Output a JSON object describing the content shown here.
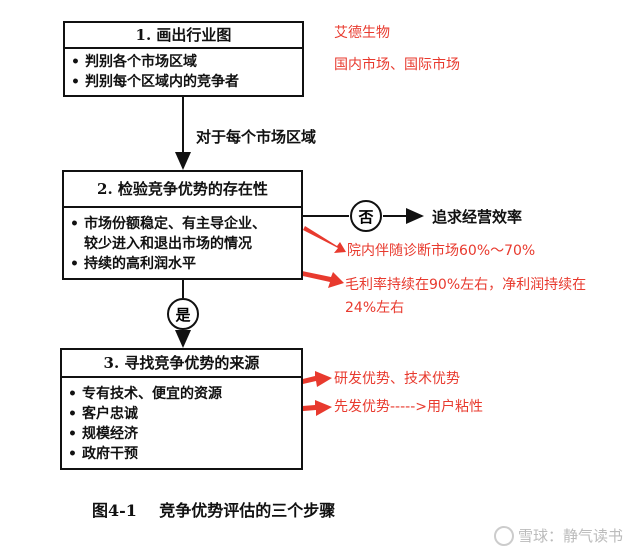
{
  "step1": {
    "title": "1. 画出行业图",
    "items": [
      "判别各个市场区域",
      "判别每个区域内的竞争者"
    ]
  },
  "arrow_label": "对于每个市场区域",
  "step2": {
    "title": "2. 检验竞争优势的存在性",
    "items": [
      "市场份额稳定、有主导企业、",
      "较少进入和退出市场的情况",
      "持续的高利润水平"
    ]
  },
  "no_circle": "否",
  "no_outcome": "追求经营效率",
  "yes_circle": "是",
  "step3": {
    "title": "3. 寻找竞争优势的来源",
    "items": [
      "专有技术、便宜的资源",
      "客户忠诚",
      "规模经济",
      "政府干预"
    ]
  },
  "caption": "图4-1    竞争优势评估的三个步骤",
  "annotations": {
    "company": "艾德生物",
    "markets": "国内市场、国际市场",
    "share": "院内伴随诊断市场60%～70%",
    "margin_line1": "毛利率持续在90%左右，净利润持续在",
    "margin_line2": "24%左右",
    "tech": "研发优势、技术优势",
    "first_mover": "先发优势----->用户粘性"
  },
  "watermark": "雪球：静气读书",
  "colors": {
    "annotation": "#e83a2e",
    "line": "#111111"
  }
}
